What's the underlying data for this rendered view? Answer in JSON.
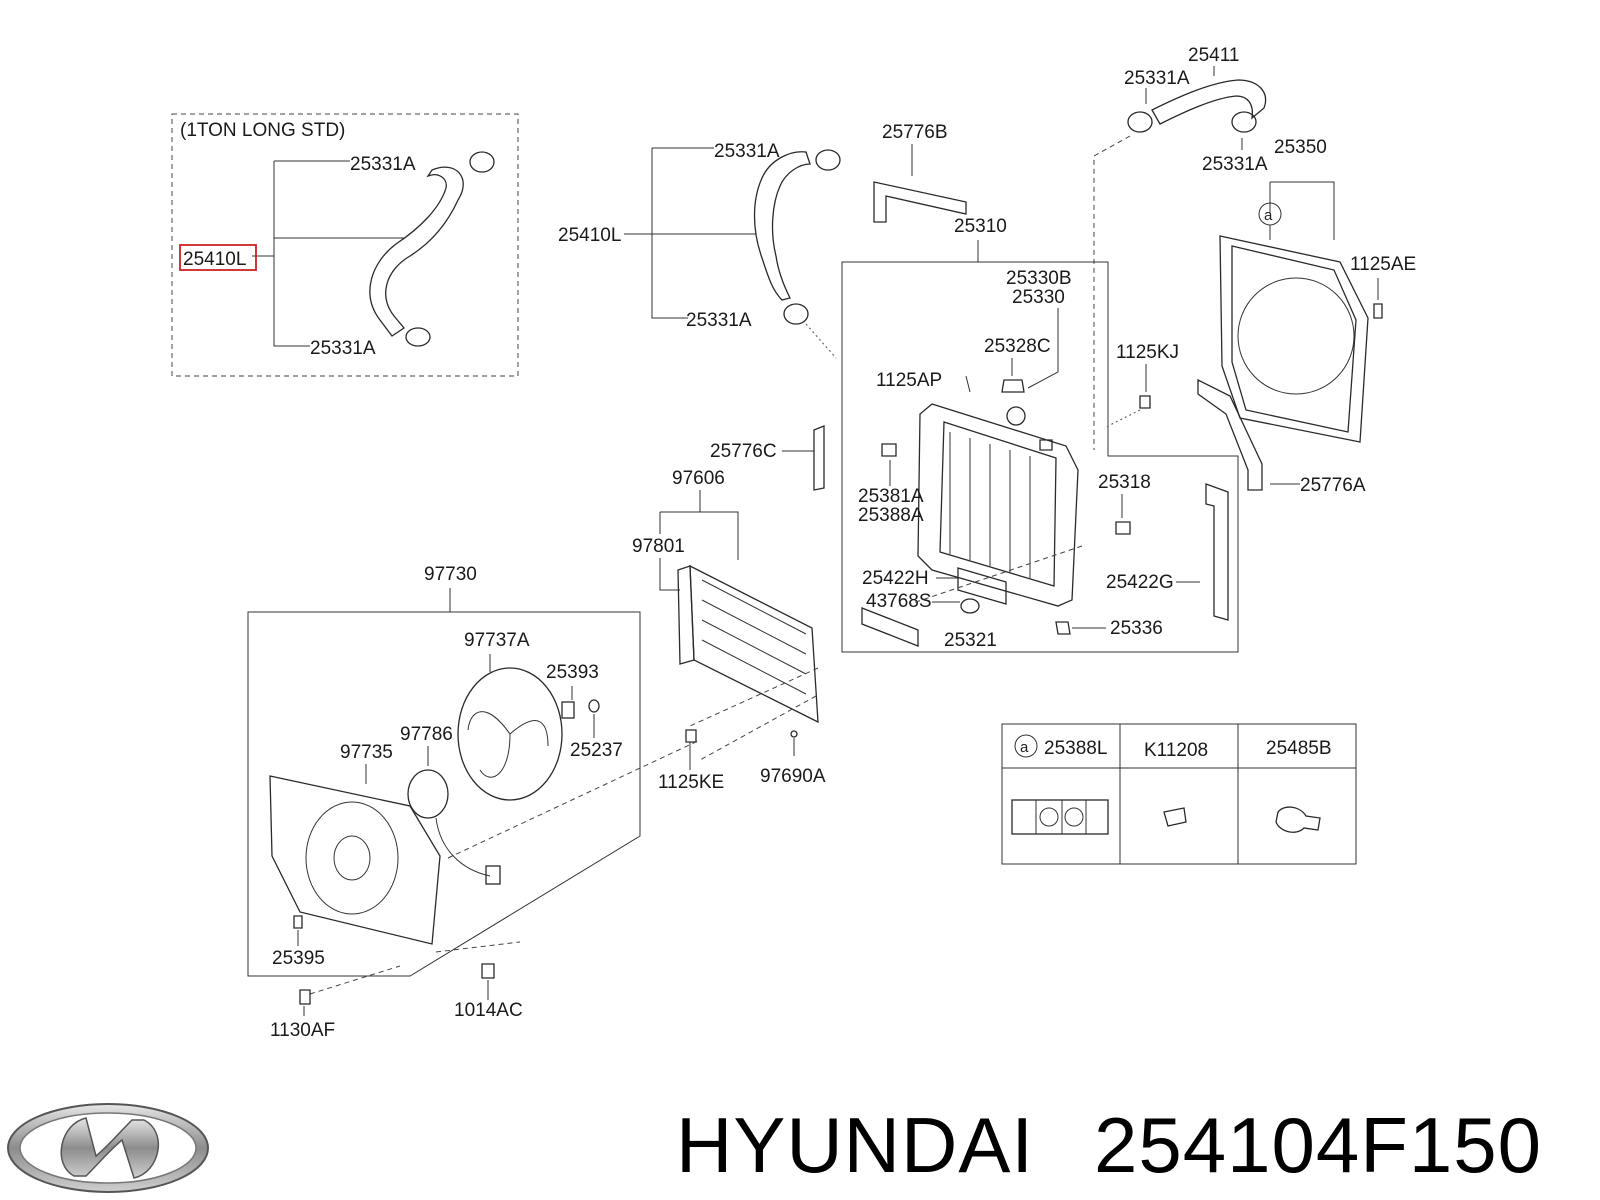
{
  "variant_box": {
    "title": "(1TON LONG STD)",
    "labels": {
      "clamp_top": "25331A",
      "hose": "25410L",
      "clamp_bottom": "25331A"
    }
  },
  "labels": {
    "p25411": "25411",
    "p25331A_top": "25331A",
    "p25331A_right": "25331A",
    "p25350": "25350",
    "p1125AE": "1125AE",
    "p25776B": "25776B",
    "p25331A_mid_top": "25331A",
    "p25410L": "25410L",
    "p25331A_mid_bottom": "25331A",
    "p25310": "25310",
    "p25330B": "25330B",
    "p25330": "25330",
    "p25328C": "25328C",
    "p1125AP": "1125AP",
    "p1125KJ": "1125KJ",
    "p25776C": "25776C",
    "p25776A": "25776A",
    "p97606": "97606",
    "p25381A": "25381A",
    "p25388A": "25388A",
    "p25318": "25318",
    "p97801": "97801",
    "p25422H": "25422H",
    "p43768S": "43768S",
    "p25422G": "25422G",
    "p25336": "25336",
    "p25321": "25321",
    "p97730": "97730",
    "p97737A": "97737A",
    "p25393": "25393",
    "p97786": "97786",
    "p97735": "97735",
    "p25237": "25237",
    "p1125KE": "1125KE",
    "p97690A": "97690A",
    "p25395": "25395",
    "p1130AF": "1130AF",
    "p1014AC": "1014AC"
  },
  "legend_table": {
    "marker": "a",
    "headers": [
      "25388L",
      "K11208",
      "25485B"
    ]
  },
  "brand": "HYUNDAI",
  "part_number": "254104F150",
  "highlight_color": "#cc2222"
}
